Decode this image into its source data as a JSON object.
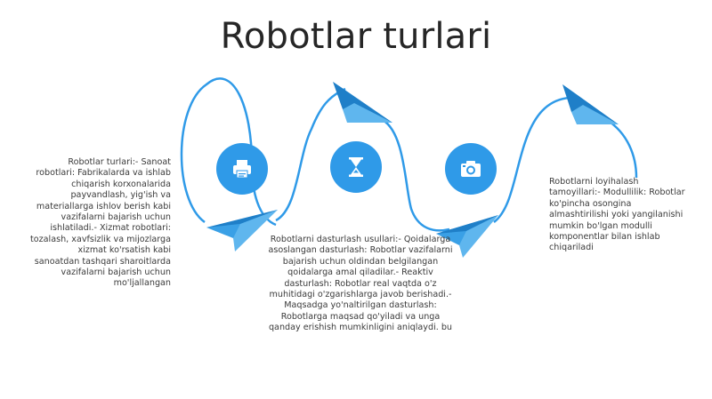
{
  "slide": {
    "title": "Robotlar turlari"
  },
  "steps": [
    {
      "icon": "printer-icon",
      "text": "Robotlar turlari:- Sanoat robotlari: Fabrikalarda va ishlab chiqarish korxonalarida payvandlash, yig'ish va materiallarga ishlov berish kabi vazifalarni bajarish uchun ishlatiladi.- Xizmat robotlari: tozalash, xavfsizlik va mijozlarga xizmat ko'rsatish kabi sanoatdan tashqari sharoitlarda vazifalarni bajarish uchun mo'ljallangan"
    },
    {
      "icon": "hourglass-icon",
      "text": "Robotlarni dasturlash usullari:- Qoidalarga asoslangan dasturlash: Robotlar vazifalarni bajarish uchun oldindan belgilangan qoidalarga amal qiladilar.- Reaktiv dasturlash: Robotlar real vaqtda o'z muhitidagi o'zgarishlarga javob berishadi.- Maqsadga yo'naltirilgan dasturlash: Robotlarga maqsad qo'yiladi va unga qanday erishish mumkinligini aniqlaydi. bu"
    },
    {
      "icon": "camera-icon",
      "text": "Robotlarni loyihalash tamoyillari:- Modullilik: Robotlar ko'pincha osongina almashtirilishi yoki yangilanishi mumkin bo'lgan modulli komponentlar bilan ishlab chiqariladi"
    }
  ],
  "colors": {
    "accent": "#2f9ae8",
    "plane": "#3aa0e6",
    "plane_dark": "#1f7fc8",
    "title": "#262626",
    "text": "#3a3a3a"
  }
}
